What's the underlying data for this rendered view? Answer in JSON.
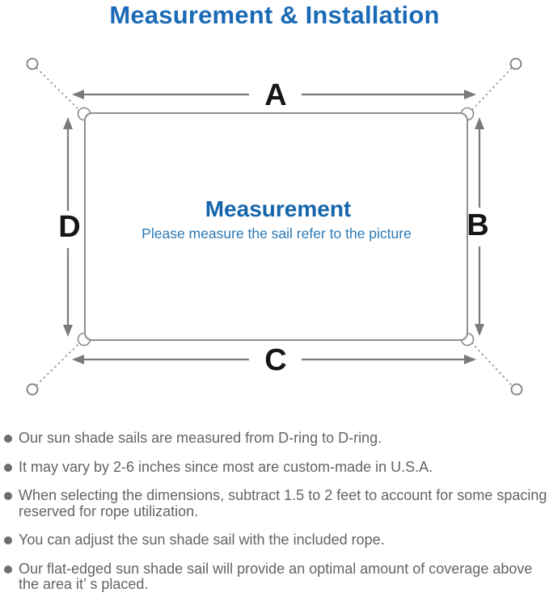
{
  "title": "Measurement & Installation",
  "diagram": {
    "labels": {
      "top": "A",
      "right": "B",
      "bottom": "C",
      "left": "D"
    },
    "center_heading": "Measurement",
    "center_subtitle": "Please measure the sail refer to the picture"
  },
  "colors": {
    "title_blue": "#1a6ab7",
    "heading_blue": "#1565ad",
    "subtitle_blue": "#2b79b5",
    "line_gray": "#8f8f8f",
    "arrow_gray": "#7a7a7a",
    "label_black": "#161616",
    "note_gray": "#646464"
  },
  "notes": {
    "items": [
      "Our sun shade sails are measured from D-ring to D-ring.",
      "It may vary by 2-6 inches since most are custom-made in U.S.A.",
      "When selecting the dimensions, subtract 1.5 to 2 feet to account for some spacing\nreserved for rope utilization.",
      "You can adjust the sun shade sail with the included rope.",
      "Our flat-edged sun shade sail will provide an optimal amount of coverage above\nthe area it’ s placed."
    ]
  }
}
